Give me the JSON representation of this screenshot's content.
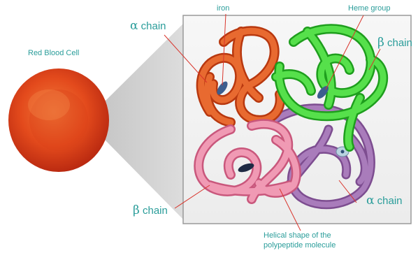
{
  "labels": {
    "red_blood_cell": "Red Blood Cell",
    "iron": "iron",
    "heme_group": "Heme group",
    "alpha_chain_top": {
      "symbol": "α",
      "text": "chain"
    },
    "beta_chain_right": {
      "symbol": "β",
      "text": "chain"
    },
    "alpha_chain_bottom": {
      "symbol": "α",
      "text": "chain"
    },
    "beta_chain_left": {
      "symbol": "β",
      "text": "chain"
    },
    "helical_line1": "Helical shape of the",
    "helical_line2": "polypeptide molecule"
  },
  "colors": {
    "label_teal": "#2a9d9a",
    "leader_red": "#d9342b",
    "alpha_orange": "#e0521e",
    "beta_green": "#3fd23a",
    "beta_pink": "#e98aa6",
    "alpha_purple": "#a06fae",
    "cell_red": "#e34a1c",
    "heme_disc": "#3c5e8f"
  }
}
